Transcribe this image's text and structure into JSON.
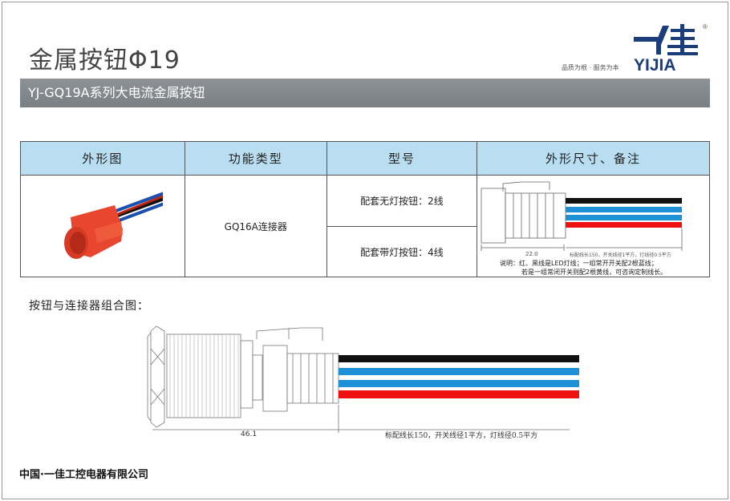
{
  "header": {
    "title": "金属按钮Φ19",
    "brand": "YIJIA",
    "brand_cn": "一佳",
    "registered": "®",
    "slogan": "品质为根 · 服务为本"
  },
  "bar_title": "YJ-GQ19A系列大电流金属按钮",
  "table": {
    "headers": [
      "外形图",
      "功能类型",
      "型号",
      "外形尺寸、备注"
    ],
    "function_type": "GQ16A连接器",
    "models": [
      "配套无灯按钮：2线",
      "配套带灯按钮：4线"
    ],
    "dim_value": "22.0",
    "wire_note": "标配线长150，开关线径1平方，灯线径0.5平方",
    "remark_line1": "说明：红、黑线是LED灯线；一组常开开关配2根蓝线；",
    "remark_line2": "若是一组常闭开关则配2根黄线，可咨询定制线长。"
  },
  "combo": {
    "title": "按钮与连接器组合图：",
    "dim_value": "46.1",
    "wire_note": "标配线长150，开关线径1平方，灯线径0.5平方"
  },
  "footer": "中国·一佳工控电器有限公司",
  "colors": {
    "black_wire": "#111111",
    "blue_wire": "#1e90d6",
    "red_wire": "#ee1111",
    "header_bg": "#b9def1",
    "bar_bg": "#83888d",
    "brand": "#1b3d7a"
  }
}
